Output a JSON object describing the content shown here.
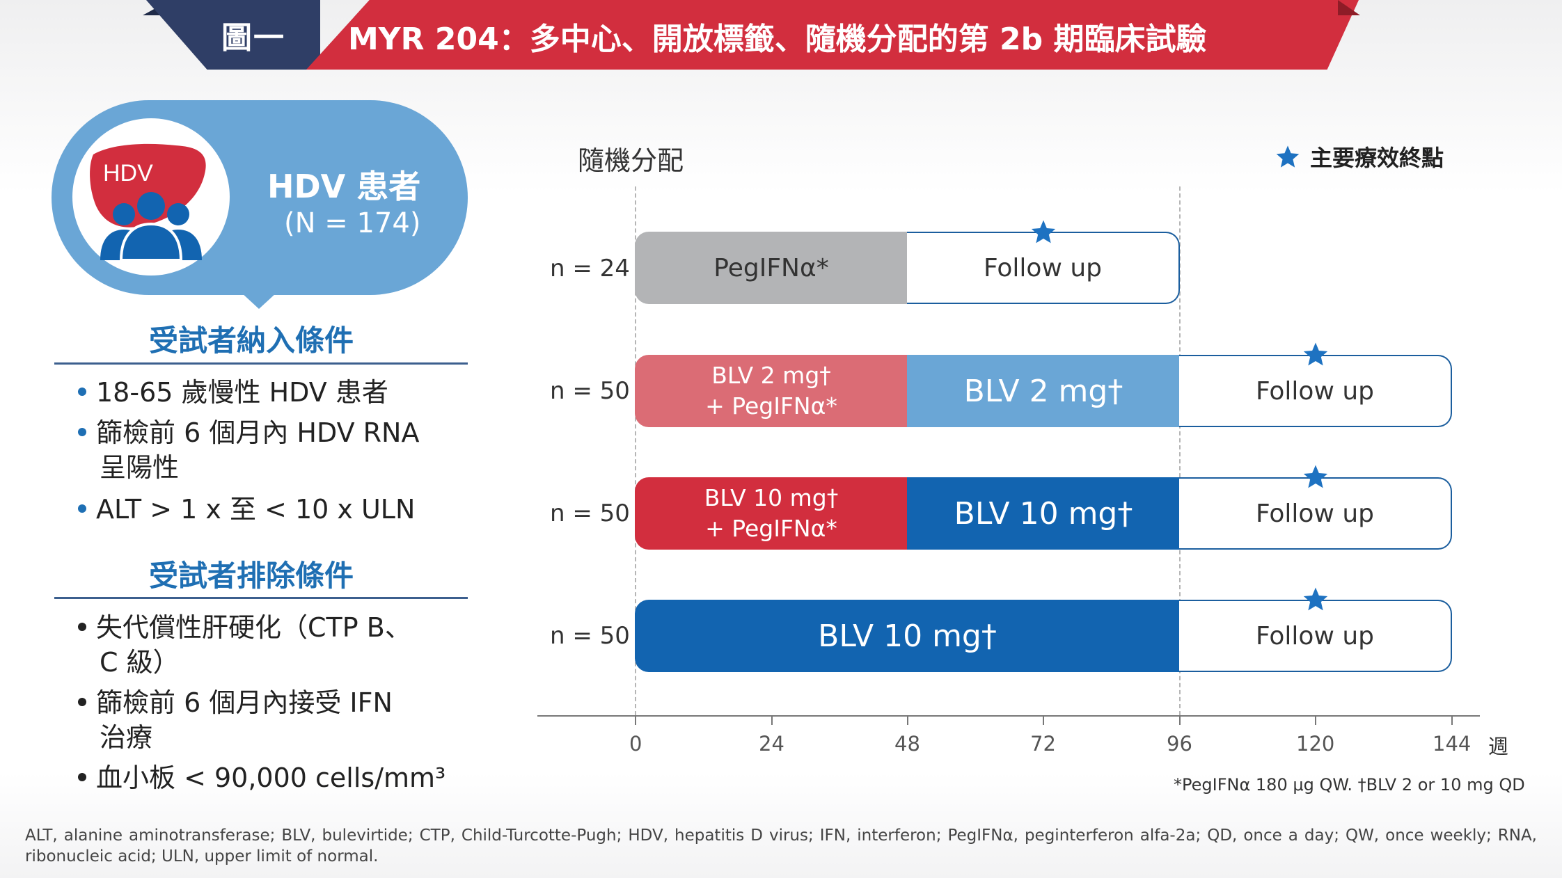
{
  "header": {
    "figure_label": "圖一",
    "title": "MYR 204：多中心、開放標籤、隨機分配的第 2b 期臨床試驗"
  },
  "patients": {
    "icon_label": "HDV",
    "title": "HDV 患者",
    "count": "(N = 174)"
  },
  "inclusion": {
    "title": "受試者納入條件",
    "items": [
      "18-65 歲慢性 HDV 患者",
      "篩檢前 6 個月內 HDV RNA",
      "呈陽性",
      "ALT > 1 x 至 < 10 x ULN"
    ]
  },
  "exclusion": {
    "title": "受試者排除條件",
    "items": [
      "失代償性肝硬化（CTP B、",
      "C 級）",
      "篩檢前 6 個月內接受 IFN",
      "治療",
      "血小板 < 90,000 cells/mm³"
    ]
  },
  "diagram": {
    "randomization_label": "隨機分配",
    "legend_label": "主要療效終點",
    "x_ticks": [
      "0",
      "24",
      "48",
      "72",
      "96",
      "120",
      "144"
    ],
    "x_unit": "週",
    "arms": [
      {
        "n": "n = 24",
        "seg1": "PegIFNα*",
        "seg2": "Follow up"
      },
      {
        "n": "n = 50",
        "seg1_line1": "BLV 2 mg†",
        "seg1_line2": "+ PegIFNα*",
        "seg2": "BLV 2 mg†",
        "seg3": "Follow up"
      },
      {
        "n": "n = 50",
        "seg1_line1": "BLV 10 mg†",
        "seg1_line2": "+ PegIFNα*",
        "seg2": "BLV 10 mg†",
        "seg3": "Follow up"
      },
      {
        "n": "n = 50",
        "seg1": "BLV 10 mg†",
        "seg2": "Follow up"
      }
    ],
    "footnote": "*PegIFNα 180 μg QW. †BLV 2 or 10 mg QD"
  },
  "colors": {
    "navy": "#2f3e66",
    "red": "#d22e3e",
    "light_blue": "#6aa6d6",
    "pink": "#db6c75",
    "dark_blue": "#1264b0",
    "gray": "#b3b4b6",
    "outline": "#1b5e9e"
  },
  "abbreviations": "ALT, alanine aminotransferase; BLV, bulevirtide; CTP, Child-Turcotte-Pugh; HDV, hepatitis D virus; IFN, interferon; PegIFNα, peginterferon alfa-2a; QD, once a day; QW, once weekly; RNA, ribonucleic acid; ULN, upper limit of normal."
}
